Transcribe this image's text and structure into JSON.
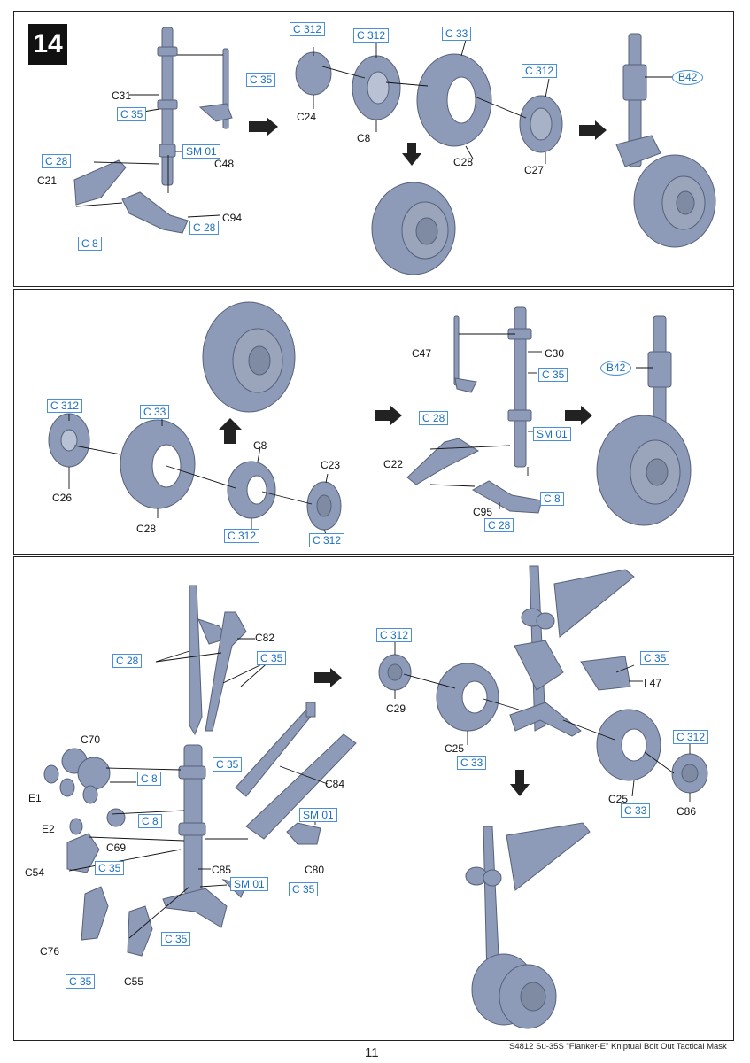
{
  "step": "14",
  "page_number": "11",
  "footer": "S4812 Su-35S \"Flanker-E\" Kniptual Bolt Out Tactical Mask",
  "colors": {
    "part_blue": "#8d9bb8",
    "label_blue": "#1a6fc4",
    "box_border": "#4a90d9"
  },
  "panel1": {
    "labels": {
      "c31": "C31",
      "c35a": "C 35",
      "c35b": "C 35",
      "sm01": "SM 01",
      "c48": "C48",
      "c28a": "C 28",
      "c21": "C21",
      "c94": "C94",
      "c28b": "C 28",
      "c8a": "C 8",
      "c312a": "C 312",
      "c24": "C24",
      "c312b": "C 312",
      "c8b": "C8",
      "c33": "C 33",
      "c28c": "C28",
      "c312c": "C 312",
      "c27": "C27",
      "b42": "B42"
    }
  },
  "panel2": {
    "labels": {
      "c312a": "C 312",
      "c26": "C26",
      "c33": "C 33",
      "c28": "C28",
      "c8": "C8",
      "c312b": "C 312",
      "c23": "C23",
      "c312c": "C 312",
      "c47": "C47",
      "c30": "C30",
      "c35": "C 35",
      "c28b": "C 28",
      "c22": "C22",
      "sm01": "SM 01",
      "c8b": "C 8",
      "c95": "C95",
      "c28c": "C 28",
      "b42": "B42"
    }
  },
  "panel3": {
    "labels": {
      "c82": "C82",
      "c28": "C 28",
      "c35a": "C 35",
      "c70": "C70",
      "e1": "E1",
      "c8a": "C 8",
      "c35b": "C 35",
      "c84": "C84",
      "e2": "E2",
      "c69": "C69",
      "c8b": "C 8",
      "sm01a": "SM 01",
      "c54": "C54",
      "c35c": "C 35",
      "c85": "C85",
      "c80": "C80",
      "sm01b": "SM 01",
      "c35d": "C 35",
      "c76": "C76",
      "c35e": "C 35",
      "c55": "C55",
      "c35f": "C 35",
      "c312a": "C 312",
      "c29": "C29",
      "c25a": "C25",
      "c33a": "C 33",
      "c35g": "C 35",
      "i47": "I 47",
      "c312b": "C 312",
      "c25b": "C25",
      "c33b": "C 33",
      "c86": "C86"
    }
  }
}
